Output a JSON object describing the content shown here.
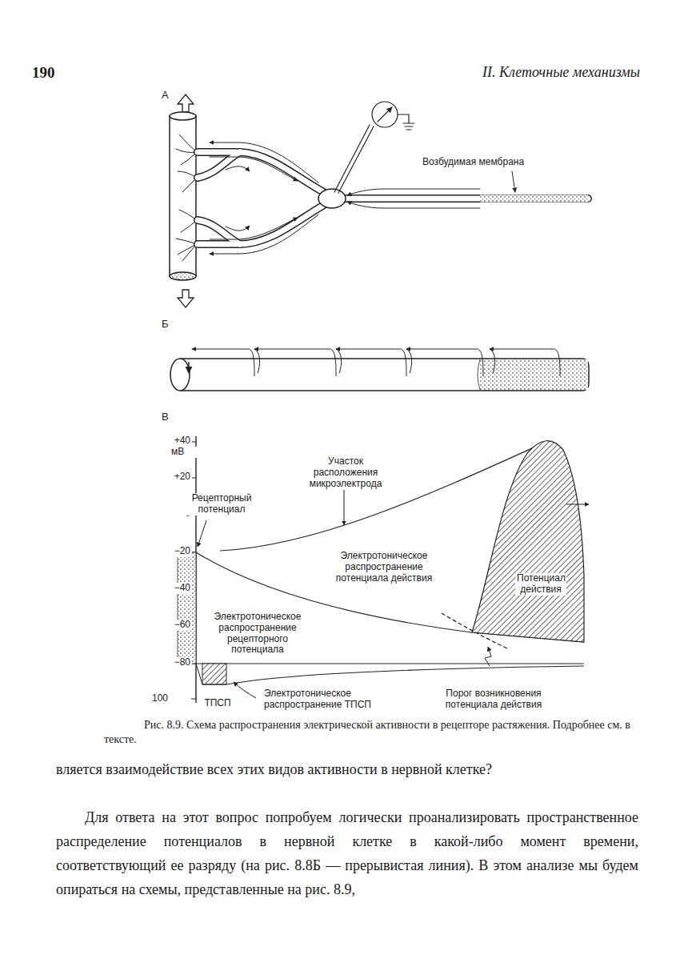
{
  "diagram": {
    "caption": "Рис. 8.9. Схема распространения электрической активности в рецепторе растяжения. Подробнее см. в тексте.",
    "labels": [
      "190",
      "II. Клеточные механизмы",
      "А",
      "Возбудимая мембрана",
      "Б",
      "В",
      "+40",
      "мВ",
      "+20",
      "0",
      "−20",
      "−40",
      "−60",
      "−80",
      "100",
      "Рецепторный потенциал",
      "Участок расположения микроэлектрода",
      "Электротоническое распространение потенциала действия",
      "Потенциал действия",
      "Электротоническое распространение рецепторного потенциала",
      "ТПСП",
      "Электротоническое распространение ТПСП",
      "Порог возникновения потенциала действия",
      "вляется взаимодействие всех этих видов активности в нервной клетке?",
      "Для ответа на этот вопрос попробуем логически проанализировать пространственное распределение потенциалов в нервной клетке в какой-либо момент времени, соответствующий ее разряду (на рис. 8.8Б — прерывистая линия). В этом анализе мы будем опираться на схемы, представленные на рис. 8.9,"
    ]
  }
}
